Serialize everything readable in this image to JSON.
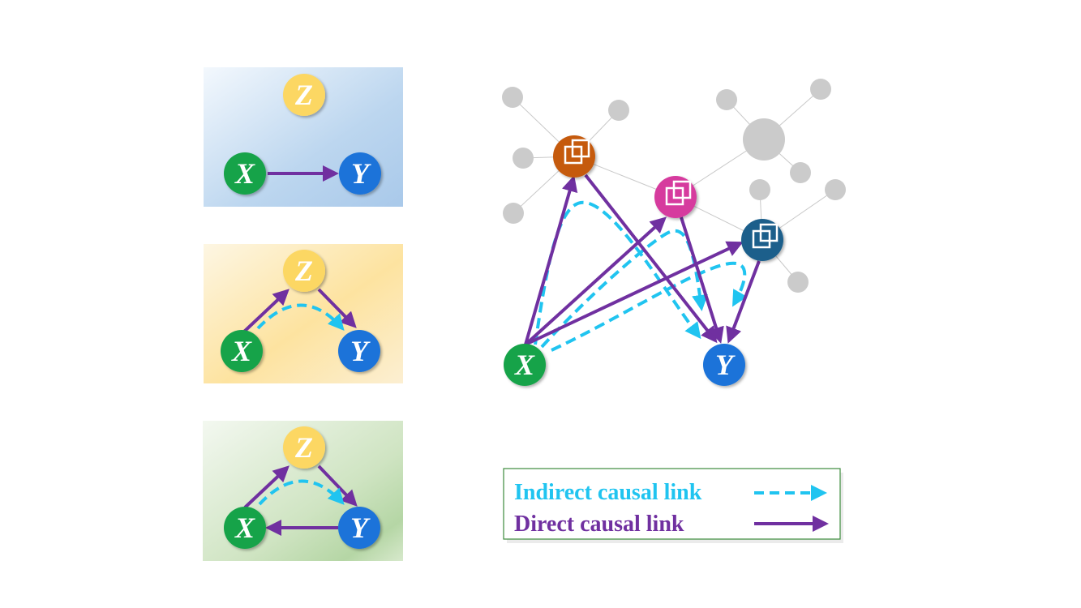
{
  "nodes": {
    "x": "X",
    "y": "Y",
    "z": "Z"
  },
  "colors": {
    "x_node": "#16a34a",
    "y_node": "#1a73d9",
    "z_node": "#fcd764",
    "direct_link": "#7030a0",
    "indirect_link": "#20c4f0",
    "mediator_orange": "#c55a11",
    "mediator_magenta": "#d63a9e",
    "mediator_navy": "#1b5e8b",
    "gray_node": "#cbcbcb",
    "legend_border": "#3d8b3d"
  },
  "panels": [
    {
      "name": "panel-direct-only",
      "theme": "blue"
    },
    {
      "name": "panel-mediated",
      "theme": "yellow"
    },
    {
      "name": "panel-mediated-with-feedback",
      "theme": "green"
    }
  ],
  "network": {
    "mediators": [
      {
        "name": "mediator-orange",
        "icon": "overlap-squares-icon"
      },
      {
        "name": "mediator-magenta",
        "icon": "overlap-squares-icon"
      },
      {
        "name": "mediator-navy",
        "icon": "overlap-squares-icon"
      }
    ]
  },
  "legend": {
    "indirect_label": "Indirect causal link",
    "direct_label": "Direct causal link"
  }
}
